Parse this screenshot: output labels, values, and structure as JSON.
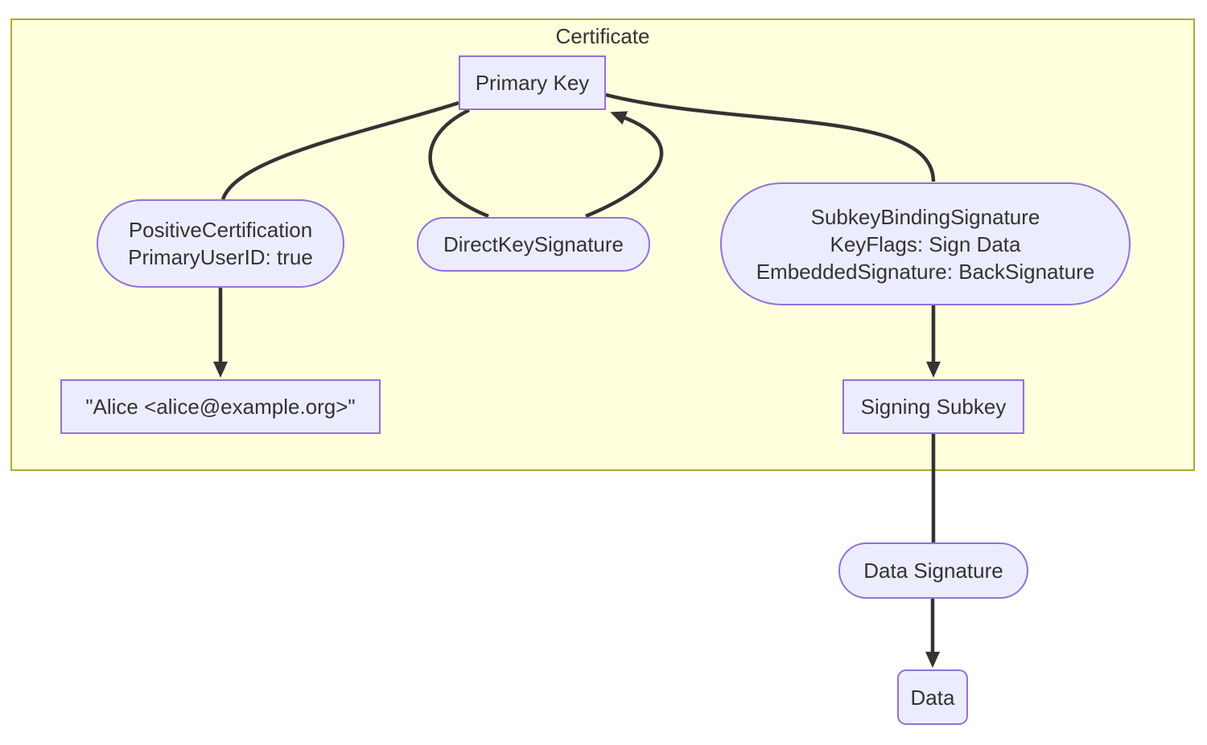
{
  "diagram": {
    "type": "flowchart",
    "cluster": {
      "label": "Certificate"
    },
    "nodes": {
      "primary_key": {
        "label": "Primary Key",
        "shape": "rectangle"
      },
      "positive_certification": {
        "line1": "PositiveCertification",
        "line2": "PrimaryUserID: true",
        "shape": "stadium"
      },
      "direct_key_signature": {
        "label": "DirectKeySignature",
        "shape": "stadium"
      },
      "subkey_binding_signature": {
        "line1": "SubkeyBindingSignature",
        "line2": "KeyFlags: Sign Data",
        "line3": "EmbeddedSignature: BackSignature",
        "shape": "stadium"
      },
      "user_id": {
        "label": "\"Alice <alice@example.org>\"",
        "shape": "rectangle"
      },
      "signing_subkey": {
        "label": "Signing Subkey",
        "shape": "rectangle"
      },
      "data_signature": {
        "label": "Data Signature",
        "shape": "stadium"
      },
      "data": {
        "label": "Data",
        "shape": "rounded-rectangle"
      }
    },
    "edges": [
      {
        "from": "primary_key",
        "to": "positive_certification",
        "arrow": false
      },
      {
        "from": "positive_certification",
        "to": "user_id",
        "arrow": true
      },
      {
        "from": "primary_key",
        "to": "direct_key_signature",
        "arrow": false
      },
      {
        "from": "direct_key_signature",
        "to": "primary_key",
        "arrow": true
      },
      {
        "from": "primary_key",
        "to": "subkey_binding_signature",
        "arrow": false
      },
      {
        "from": "subkey_binding_signature",
        "to": "signing_subkey",
        "arrow": true
      },
      {
        "from": "signing_subkey",
        "to": "data_signature",
        "arrow": false
      },
      {
        "from": "data_signature",
        "to": "data",
        "arrow": true
      }
    ],
    "nodes_inside_cluster": [
      "primary_key",
      "positive_certification",
      "direct_key_signature",
      "subkey_binding_signature",
      "user_id",
      "signing_subkey"
    ],
    "nodes_outside_cluster": [
      "data_signature",
      "data"
    ]
  },
  "colors": {
    "cluster_fill": "#ffffde",
    "cluster_border": "#aaaa33",
    "node_fill": "#ececff",
    "node_border": "#9370db",
    "edge": "#333333",
    "text": "#333333",
    "background": "#ffffff"
  }
}
